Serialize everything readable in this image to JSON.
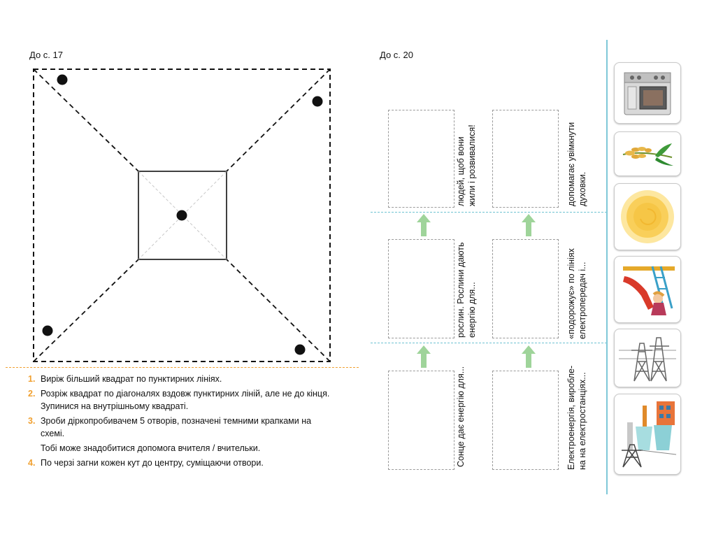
{
  "left_page": {
    "ref_label": "До с. 17",
    "instructions": [
      {
        "num": "1.",
        "text": "Виріж більший квадрат по пунктирних лініях."
      },
      {
        "num": "2.",
        "text": "Розріж квадрат по діагоналях вздовж пунктирних ліній, але не до кінця. Зупинися на внутрішньому квадраті."
      },
      {
        "num": "3.",
        "text": "Зроби діркопробивачем 5 отворів, позначені темними крапками на схемі."
      },
      {
        "note": "Тобі може знадобитися допомога вчителя / вчительки."
      },
      {
        "num": "4.",
        "text": "По черзі загни кожен кут до центру, суміщаючи отвори."
      }
    ]
  },
  "right_page": {
    "ref_label": "До с. 20",
    "col1": {
      "top": "людей, щоб вони\nжили і розвивалися!",
      "middle": "рослин. Рослини дають\nенергію для...",
      "bottom": "Сонце дає енергію для..."
    },
    "col2": {
      "top": "допомагає увімкнути\nдуховки.",
      "middle": "«подорожує» по лініях\nелектропередач і...",
      "bottom": "Електроенергія, виробле-\nна на електростанціях..."
    },
    "icons": [
      "oven-icon",
      "wheat-icon",
      "sun-icon",
      "slide-child-icon",
      "power-tower-icon",
      "power-station-icon"
    ],
    "colors": {
      "arrow": "#9fd49a",
      "divider": "#6ec3d2",
      "accent": "#f0a030"
    }
  }
}
